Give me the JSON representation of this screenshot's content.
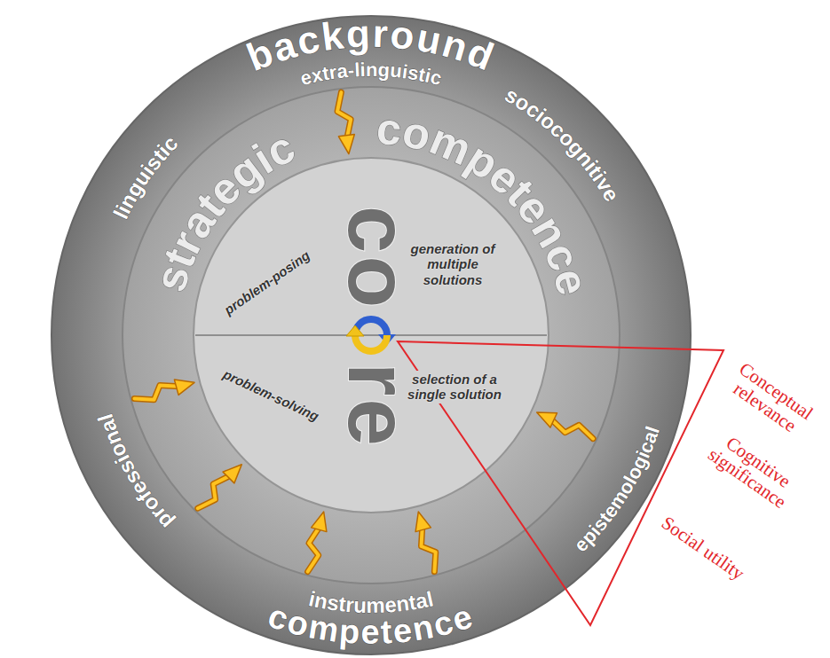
{
  "diagram": {
    "labels": [
      "background",
      "extra-linguistic",
      "sociocognitive",
      "linguistic",
      "professional",
      "epistemological",
      "instrumental",
      "competence",
      "strategic",
      "competence",
      "core",
      "problem-posing",
      "generation of multiple solutions",
      "problem-solving",
      "selection of a single solution",
      "Conceptual relevance",
      "Cognitive significance",
      "Social utility"
    ]
  }
}
